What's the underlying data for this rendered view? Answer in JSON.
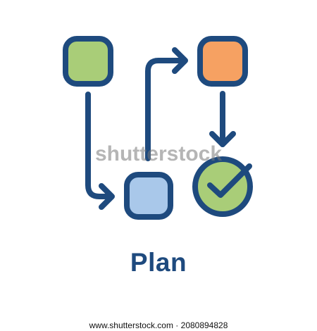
{
  "caption": "Plan",
  "watermark_text": "shutterstock",
  "footer_text": "www.shutterstock.com · 2080894828",
  "colors": {
    "outline": "#1e4a7e",
    "box_green": "#a9cd78",
    "box_orange": "#f6a162",
    "box_blue": "#a9c8ea",
    "check_circle": "#a9cd78",
    "caption": "#1e4a7e",
    "background": "#ffffff"
  },
  "icons": [
    "green-square",
    "orange-square",
    "blue-square",
    "check-circle-icon",
    "arrow-icon"
  ]
}
